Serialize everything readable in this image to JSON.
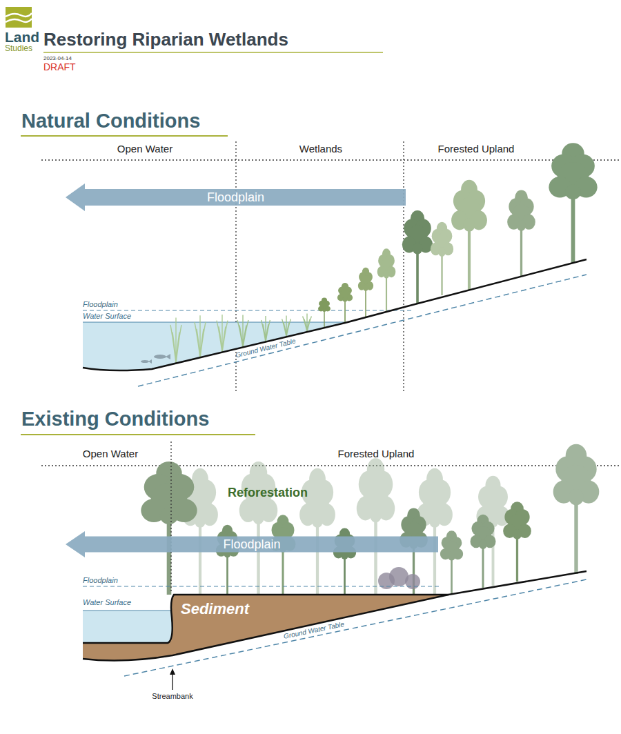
{
  "diagram": {
    "title": "Restoring Riparian Wetlands",
    "nodes": [
      {
        "text": [
          "Floodplain"
        ]
      },
      {
        "text": [
          "Floodplain"
        ]
      }
    ],
    "labels": [
      "Land",
      "Studies",
      "2023-04-14",
      "DRAFT",
      "Natural Conditions",
      "Open Water",
      "Wetlands",
      "Forested Upland",
      "Floodplain",
      "Water Surface",
      "Ground Water Table",
      "Existing Conditions",
      "Open Water",
      "Forested Upland",
      "Reforestation",
      "Floodplain",
      "Water Surface",
      "Sediment",
      "Ground Water Table",
      "Streambank"
    ]
  }
}
